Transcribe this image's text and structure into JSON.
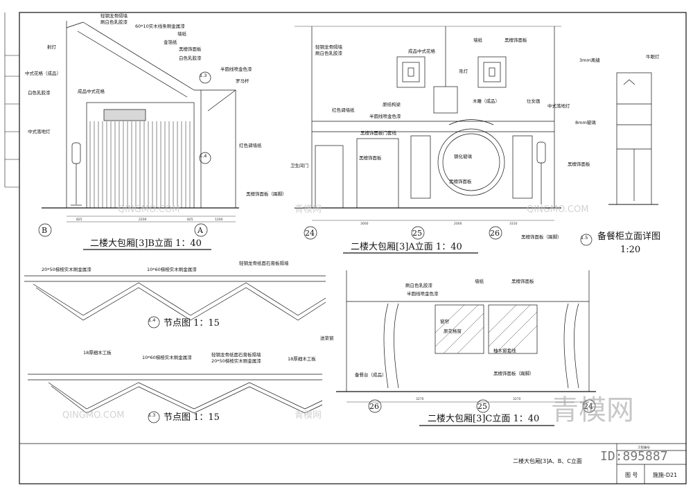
{
  "drawing_b": {
    "title": "二楼大包厢[3]B立面 1：40",
    "axis_left": "B",
    "axis_right": "A",
    "labels": {
      "l1": "轻钢龙骨隔墙",
      "l2": "刷白色乳胶漆",
      "l3": "60*10实木线条刷金属漆",
      "l4": "射灯",
      "l5": "墙纸",
      "l6": "金箔纸",
      "l7": "黑檀饰面板",
      "l8": "白色乳胶漆",
      "l9": "半圆线喷金色漆",
      "l10": "罗马杆",
      "l11": "中式花格（成品）",
      "l12": "白色乳胶漆",
      "l13": "成品中式花格",
      "l14": "中式落地灯",
      "l15": "红色调墙纸",
      "l16": "黑檀饰面板（踢脚）"
    },
    "callout_top": "1.3",
    "callout_mid": "1.4",
    "dims": [
      "825",
      "2200",
      "825",
      "1200"
    ]
  },
  "drawing_a": {
    "title": "二楼大包厢[3]A立面 1：40",
    "axis_left": "24",
    "axis_mid": "25",
    "axis_right": "26",
    "labels": {
      "l1": "轻钢龙骨隔墙",
      "l2": "刷白色乳胶漆",
      "l3": "墙纸",
      "l4": "黑檀饰面板",
      "l5": "成品中式花格",
      "l6": "吊灯",
      "l7": "原结构梁",
      "l8": "红色调墙纸",
      "l9": "半圆线喷金色漆",
      "l10": "木雕（成品）",
      "l11": "仕女画",
      "l12": "黑檀饰面板门套线",
      "l13": "中式落地灯",
      "l14": "卫生间门",
      "l15": "黑檀饰面板",
      "l16": "钢化玻璃",
      "l17": "黑檀饰面板",
      "l18": "黑檀饰面板（踢脚）"
    },
    "dims": [
      "3000",
      "2000",
      "3310"
    ]
  },
  "detail_15": {
    "callout": "1.5",
    "title": "备餐柜立面详图",
    "scale": "1:20",
    "labels": {
      "l1": "3mm离缝",
      "l2": "牛眼灯",
      "l3": "8mm玻璃",
      "l4": "黑檀饰面板"
    }
  },
  "node_14": {
    "callout": "1.4",
    "title": "节点图 1：15",
    "labels": {
      "l1": "轻钢龙骨纸面石膏板隔墙",
      "l2": "20*50梯桉实木刷金属漆",
      "l3": "10*60梯桉实木刷金属漆"
    }
  },
  "node_13": {
    "callout": "1.3",
    "title": "节点图 1：15",
    "labels": {
      "l1": "18厚细木工板",
      "l2": "10*60梯桉实木刷金属漆",
      "l3": "轻钢龙骨纸面石膏板隔墙",
      "l4": "20*50梯桉实木刷金属漆",
      "l5": "18厚细木工板"
    }
  },
  "drawing_c": {
    "title": "二楼大包厢[3]C立面 1：40",
    "axis_left": "26",
    "axis_mid": "25",
    "axis_right": "24",
    "labels": {
      "l1": "墙纸",
      "l2": "黑檀饰面板",
      "l3": "刷白色乳胶漆",
      "l4": "半圆线喷金色漆",
      "l5": "窗帘",
      "l6": "原花格窗",
      "l7": "送菜窗",
      "l8": "柚木窗套线",
      "l9": "备餐台（成品）",
      "l10": "黑檀饰面板（踢脚）"
    },
    "dims": [
      "3270",
      "3270"
    ]
  },
  "title_block": {
    "sheet_title": "二楼大包厢[3]A、B、C立面",
    "label_tuhao": "图 号",
    "drawing_no": "施施-D21",
    "header_small": "工程编号"
  },
  "watermark": {
    "brand": "青模网",
    "id_text": "ID:895887",
    "small": "QINGMO.COM",
    "small_cn": "青模网"
  },
  "colors": {
    "line": "#111111",
    "watermark": "#9a9a9a"
  }
}
